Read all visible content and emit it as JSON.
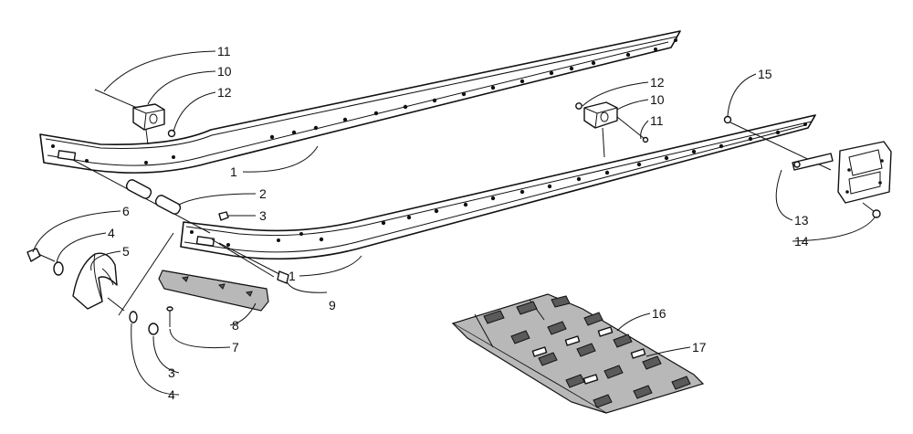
{
  "labels": {
    "l1a": "1",
    "l1b": "1",
    "l2": "2",
    "l3a": "3",
    "l3b": "3",
    "l4a": "4",
    "l4b": "4",
    "l5": "5",
    "l6": "6",
    "l7": "7",
    "l8": "8",
    "l9": "9",
    "l10a": "10",
    "l10b": "10",
    "l11a": "11",
    "l11b": "11",
    "l12a": "12",
    "l12b": "12",
    "l13": "13",
    "l14": "14",
    "l15": "15",
    "l16": "16",
    "l17": "17"
  }
}
